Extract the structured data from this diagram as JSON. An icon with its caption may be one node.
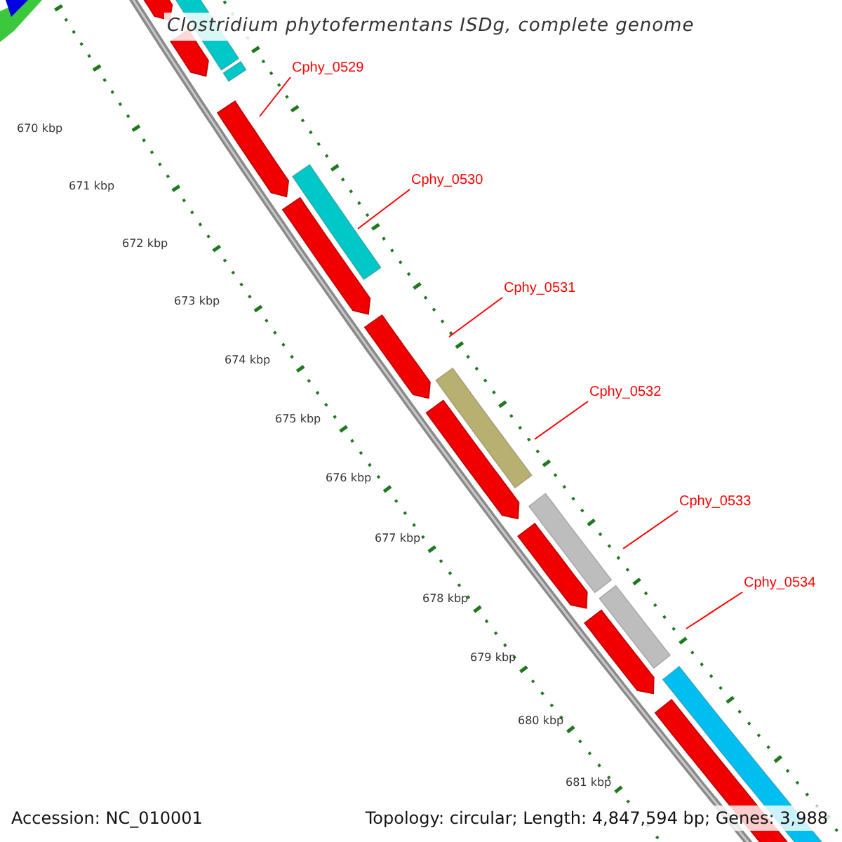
{
  "diagram": {
    "title": "Clostridium phytofermentans ISDg, complete genome",
    "nodes": [
      {
        "text": [
          "Cphy_0529"
        ]
      },
      {
        "text": [
          "Cphy_0530"
        ]
      },
      {
        "text": [
          "Cphy_0531"
        ]
      },
      {
        "text": [
          "Cphy_0532"
        ]
      },
      {
        "text": [
          "Cphy_0533"
        ]
      },
      {
        "text": [
          "Cphy_0534"
        ]
      }
    ],
    "edges": [
      {
        "from": 0,
        "to": null,
        "arrow": "none"
      },
      {
        "from": 1,
        "to": null,
        "arrow": "none"
      },
      {
        "from": 2,
        "to": null,
        "arrow": "none"
      },
      {
        "from": 3,
        "to": null,
        "arrow": "none"
      },
      {
        "from": 4,
        "to": null,
        "arrow": "none"
      },
      {
        "from": 5,
        "to": null,
        "arrow": "none"
      }
    ],
    "labels": [
      "670 kbp",
      "671 kbp",
      "672 kbp",
      "673 kbp",
      "674 kbp",
      "675 kbp",
      "676 kbp",
      "677 kbp",
      "678 kbp",
      "679 kbp",
      "680 kbp",
      "681 kbp",
      "Accession: NC_010001",
      "Topology: circular; Length: 4,847,594 bp; Genes: 3,988"
    ]
  }
}
